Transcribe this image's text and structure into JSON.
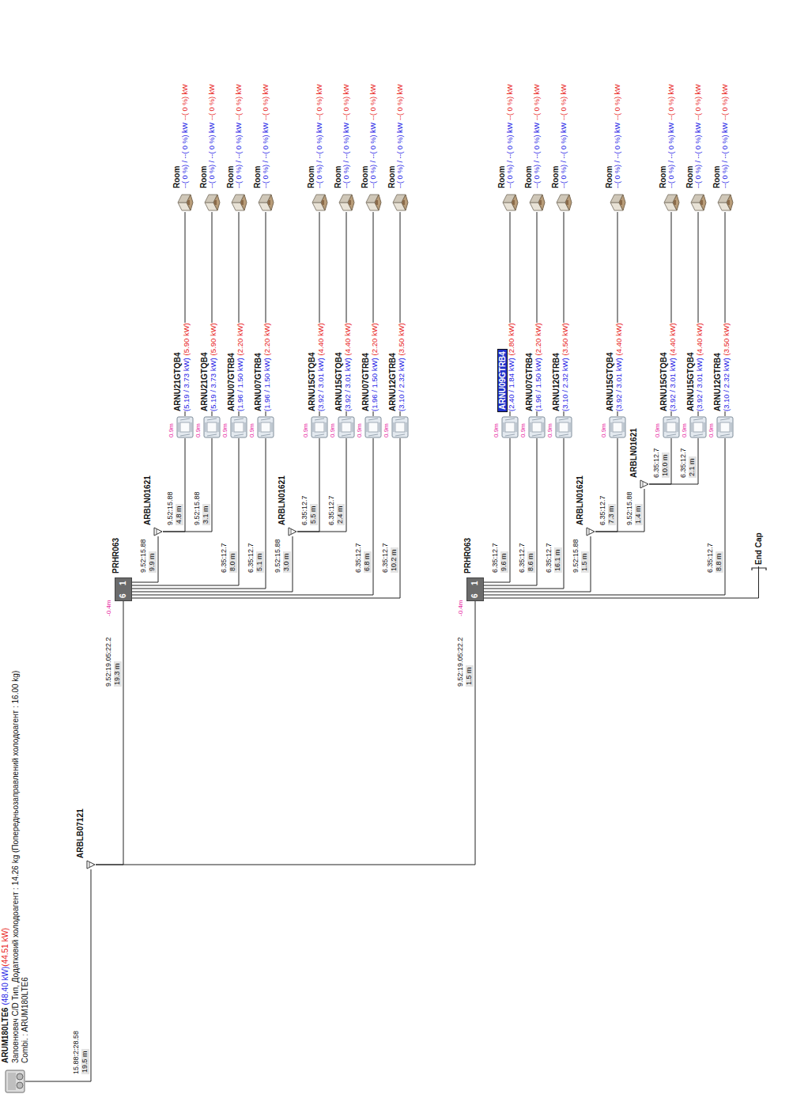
{
  "diagram": {
    "nodes": [
      {
        "text": [
          "ARUM180LTE6",
          "(48.40 kW)",
          "(44.51 kW)",
          "Заповнювач C/D Тип, Додатковий холодоагент : 14.26 kg (Попередньозаправлений холодоагент : 16.00 kg)",
          "Combi. : ARUM180LTE6"
        ]
      },
      {
        "text": [
          "ARBLB07121"
        ]
      },
      {
        "text": [
          "PRHR063",
          "-0.4m",
          "6",
          "1"
        ]
      },
      {
        "text": [
          "ARBLN01621"
        ]
      },
      {
        "text": [
          "ARNU21GTQB4",
          "(5.19 / 3.73 kW)",
          "(5.90 kW)",
          "0.9m"
        ]
      },
      {
        "text": [
          "Room",
          "--( 0 %) / --( 0 %) kW",
          "--( 0 %) kW"
        ]
      },
      {
        "text": [
          "ARNU21GTQB4",
          "(5.19 / 3.73 kW)",
          "(5.90 kW)",
          "0.9m"
        ]
      },
      {
        "text": [
          "Room",
          "--( 0 %) / --( 0 %) kW",
          "--( 0 %) kW"
        ]
      },
      {
        "text": [
          "ARNU07GTRB4",
          "(1.96 / 1.50 kW)",
          "(2.20 kW)",
          "0.9m"
        ]
      },
      {
        "text": [
          "Room",
          "--( 0 %) / --( 0 %) kW",
          "--( 0 %) kW"
        ]
      },
      {
        "text": [
          "ARNU07GTRB4",
          "(1.96 / 1.50 kW)",
          "(2.20 kW)",
          "0.9m"
        ]
      },
      {
        "text": [
          "Room",
          "--( 0 %) / --( 0 %) kW",
          "--( 0 %) kW"
        ]
      },
      {
        "text": [
          "ARBLN01621"
        ]
      },
      {
        "text": [
          "ARNU15GTQB4",
          "(3.92 / 3.01 kW)",
          "(4.40 kW)",
          "0.9m"
        ]
      },
      {
        "text": [
          "Room",
          "--( 0 %) / --( 0 %) kW",
          "--( 0 %) kW"
        ]
      },
      {
        "text": [
          "ARNU15GTQB4",
          "(3.92 / 3.01 kW)",
          "(4.40 kW)",
          "0.9m"
        ]
      },
      {
        "text": [
          "Room",
          "--( 0 %) / --( 0 %) kW",
          "--( 0 %) kW"
        ]
      },
      {
        "text": [
          "ARNU07GTRB4",
          "(1.96 / 1.50 kW)",
          "(2.20 kW)",
          "0.9m"
        ]
      },
      {
        "text": [
          "Room",
          "--( 0 %) / --( 0 %) kW",
          "--( 0 %) kW"
        ]
      },
      {
        "text": [
          "ARNU12GTRB4",
          "(3.10 / 2.32 kW)",
          "(3.50 kW)",
          "0.9m"
        ]
      },
      {
        "text": [
          "Room",
          "--( 0 %) / --( 0 %) kW",
          "--( 0 %) kW"
        ]
      },
      {
        "text": [
          "PRHR063",
          "-0.4m",
          "6",
          "1"
        ]
      },
      {
        "text": [
          "ARNU09GTRB4",
          "(2.40 / 1.84 kW)",
          "(2.80 kW)",
          "0.9m"
        ]
      },
      {
        "text": [
          "Room",
          "--( 0 %) / --( 0 %) kW",
          "--( 0 %) kW"
        ]
      },
      {
        "text": [
          "ARNU07GTRB4",
          "(1.96 / 1.50 kW)",
          "(2.20 kW)",
          "0.9m"
        ]
      },
      {
        "text": [
          "Room",
          "--( 0 %) / --( 0 %) kW",
          "--( 0 %) kW"
        ]
      },
      {
        "text": [
          "ARNU12GTRB4",
          "(3.10 / 2.32 kW)",
          "(3.50 kW)",
          "0.9m"
        ]
      },
      {
        "text": [
          "Room",
          "--( 0 %) / --( 0 %) kW",
          "--( 0 %) kW"
        ]
      },
      {
        "text": [
          "ARBLN01621"
        ]
      },
      {
        "text": [
          "ARNU15GTQB4",
          "(3.92 / 3.01 kW)",
          "(4.40 kW)",
          "0.9m"
        ]
      },
      {
        "text": [
          "Room",
          "--( 0 %) / --( 0 %) kW",
          "--( 0 %) kW"
        ]
      },
      {
        "text": [
          "ARBLN01621"
        ]
      },
      {
        "text": [
          "ARNU15GTQB4",
          "(3.92 / 3.01 kW)",
          "(4.40 kW)",
          "0.9m"
        ]
      },
      {
        "text": [
          "Room",
          "--( 0 %) / --( 0 %) kW",
          "--( 0 %) kW"
        ]
      },
      {
        "text": [
          "ARNU15GTQB4",
          "(3.92 / 3.01 kW)",
          "(4.40 kW)",
          "0.9m"
        ]
      },
      {
        "text": [
          "Room",
          "--( 0 %) / --( 0 %) kW",
          "--( 0 %) kW"
        ]
      },
      {
        "text": [
          "ARNU12GTRB4",
          "(3.10 / 2.32 kW)",
          "(3.50 kW)",
          "0.9m"
        ]
      },
      {
        "text": [
          "Room",
          "--( 0 %) / --( 0 %) kW",
          "--( 0 %) kW"
        ]
      },
      {
        "text": [
          "End Cap"
        ]
      }
    ],
    "edges": [
      {
        "from": 0,
        "to": 1,
        "arrow": "none",
        "label": "15.88:2:28.58"
      },
      {
        "from": 1,
        "to": 2,
        "arrow": "none",
        "label": "9.52:19.05:22.2"
      },
      {
        "from": 2,
        "to": 3,
        "arrow": "none",
        "label": "9.52:15.88"
      },
      {
        "from": 3,
        "to": 4,
        "arrow": "none",
        "label": "9.52:15.88"
      },
      {
        "from": 4,
        "to": 5,
        "arrow": "none"
      },
      {
        "from": 3,
        "to": 6,
        "arrow": "none",
        "label": "9.52:15.88"
      },
      {
        "from": 6,
        "to": 7,
        "arrow": "none"
      },
      {
        "from": 2,
        "to": 8,
        "arrow": "none",
        "label": "6.35:12.7"
      },
      {
        "from": 8,
        "to": 9,
        "arrow": "none"
      },
      {
        "from": 2,
        "to": 10,
        "arrow": "none",
        "label": "6.35:12.7"
      },
      {
        "from": 10,
        "to": 11,
        "arrow": "none"
      },
      {
        "from": 2,
        "to": 12,
        "arrow": "none",
        "label": "9.52:15.88"
      },
      {
        "from": 12,
        "to": 13,
        "arrow": "none",
        "label": "6.35:12.7"
      },
      {
        "from": 13,
        "to": 14,
        "arrow": "none"
      },
      {
        "from": 12,
        "to": 15,
        "arrow": "none",
        "label": "6.35:12.7"
      },
      {
        "from": 15,
        "to": 16,
        "arrow": "none"
      },
      {
        "from": 2,
        "to": 17,
        "arrow": "none",
        "label": "6.35:12.7"
      },
      {
        "from": 17,
        "to": 18,
        "arrow": "none"
      },
      {
        "from": 2,
        "to": 19,
        "arrow": "none",
        "label": "6.35:12.7"
      },
      {
        "from": 19,
        "to": 20,
        "arrow": "none"
      },
      {
        "from": 1,
        "to": 21,
        "arrow": "none",
        "label": "9.52:19.05:22.2"
      },
      {
        "from": 21,
        "to": 22,
        "arrow": "none",
        "label": "6.35:12.7"
      },
      {
        "from": 22,
        "to": 23,
        "arrow": "none"
      },
      {
        "from": 21,
        "to": 24,
        "arrow": "none",
        "label": "6.35:12.7"
      },
      {
        "from": 24,
        "to": 25,
        "arrow": "none"
      },
      {
        "from": 21,
        "to": 26,
        "arrow": "none",
        "label": "6.35:12.7"
      },
      {
        "from": 26,
        "to": 27,
        "arrow": "none"
      },
      {
        "from": 21,
        "to": 28,
        "arrow": "none",
        "label": "9.52:15.88"
      },
      {
        "from": 28,
        "to": 29,
        "arrow": "none",
        "label": "6.35:12.7"
      },
      {
        "from": 29,
        "to": 30,
        "arrow": "none"
      },
      {
        "from": 28,
        "to": 31,
        "arrow": "none",
        "label": "9.52:15.88"
      },
      {
        "from": 31,
        "to": 32,
        "arrow": "none",
        "label": "6.35:12.7"
      },
      {
        "from": 32,
        "to": 33,
        "arrow": "none"
      },
      {
        "from": 31,
        "to": 34,
        "arrow": "none",
        "label": "6.35:12.7"
      },
      {
        "from": 34,
        "to": 35,
        "arrow": "none"
      },
      {
        "from": 21,
        "to": 36,
        "arrow": "none",
        "label": "6.35:12.7"
      },
      {
        "from": 36,
        "to": 37,
        "arrow": "none"
      },
      {
        "from": 21,
        "to": 38,
        "arrow": "none"
      }
    ],
    "labels": [
      "19.5 m",
      "19.3 m",
      "9.9 m",
      "4.8 m",
      "3.1 m",
      "8.0 m",
      "5.1 m",
      "3.0 m",
      "5.5 m",
      "2.4 m",
      "6.8 m",
      "10.2 m",
      "1.5 m",
      "9.6 m",
      "8.6 m",
      "16.1 m",
      "1.5 m",
      "7.3 m",
      "1.4 m",
      "10.0 m",
      "2.1 m",
      "8.8 m"
    ]
  }
}
